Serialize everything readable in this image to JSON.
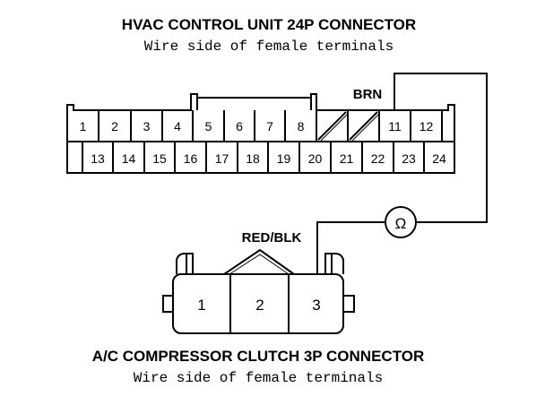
{
  "hvac_connector": {
    "title": "HVAC CONTROL UNIT 24P CONNECTOR",
    "subtitle": "Wire side of female terminals",
    "wire_color": "BRN",
    "row1": [
      "1",
      "2",
      "3",
      "4",
      "5",
      "6",
      "7",
      "8",
      "",
      "",
      "11",
      "12"
    ],
    "row2": [
      "13",
      "14",
      "15",
      "16",
      "17",
      "18",
      "19",
      "20",
      "21",
      "22",
      "23",
      "24"
    ]
  },
  "compressor_connector": {
    "title": "A/C COMPRESSOR CLUTCH 3P CONNECTOR",
    "subtitle": "Wire side of female terminals",
    "wire_color": "RED/BLK",
    "terminals": [
      "1",
      "2",
      "3"
    ]
  },
  "meter_symbol": "Ω"
}
